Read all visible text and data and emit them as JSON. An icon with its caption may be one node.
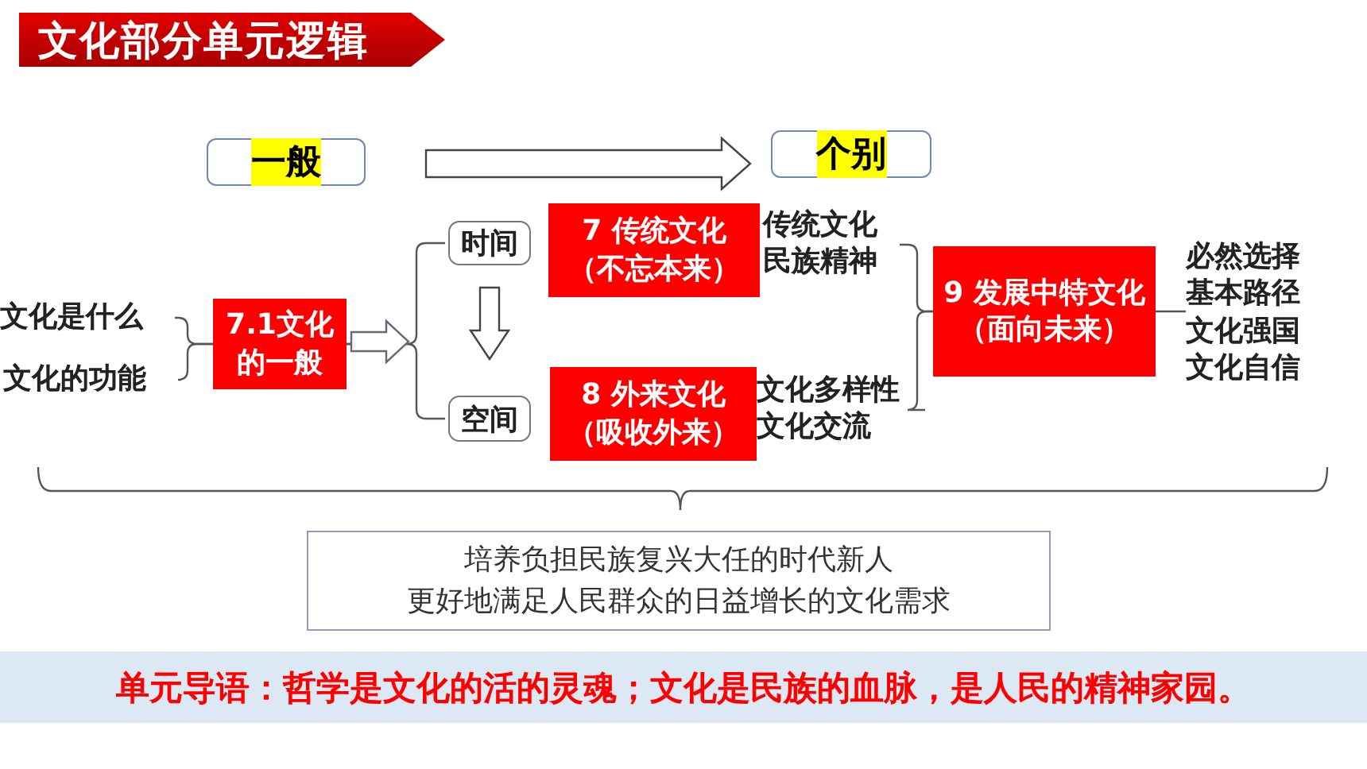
{
  "diagram": {
    "title": "文化部分单元逻辑",
    "nodes": [
      {
        "text": [
          "一般"
        ]
      },
      {
        "text": [
          "个别"
        ]
      },
      {
        "text": [
          "文化是什么"
        ]
      },
      {
        "text": [
          "文化的功能"
        ]
      },
      {
        "text": [
          "7.1文化的一般"
        ]
      },
      {
        "text": [
          "时间"
        ]
      },
      {
        "text": [
          "空间"
        ]
      },
      {
        "text": [
          "7 传统文化",
          "（不忘本来）"
        ]
      },
      {
        "text": [
          "8 外来文化",
          "（吸收外来）"
        ]
      },
      {
        "text": [
          "传统文化民族精神"
        ]
      },
      {
        "text": [
          "文化多样性文化交流"
        ]
      },
      {
        "text": [
          "9 发展中特文化",
          "（面向未来）"
        ]
      },
      {
        "text": [
          "必然选择基本路径文化强国文化自信"
        ]
      },
      {
        "text": [
          "培养负担民族复兴大任的时代新人",
          "更好地满足人民群众的日益增长的文化需求"
        ]
      },
      {
        "text": [
          "单元导语：哲学是文化的活的灵魂；文化是民族的血脉，是人民的精神家园。"
        ]
      }
    ],
    "edges": [
      {
        "from": 0,
        "to": 1,
        "arrow": "to"
      },
      {
        "from": 2,
        "to": 4,
        "arrow": "none"
      },
      {
        "from": 3,
        "to": 4,
        "arrow": "none"
      },
      {
        "from": 4,
        "to": 5,
        "arrow": "none"
      },
      {
        "from": 4,
        "to": 6,
        "arrow": "none"
      },
      {
        "from": 5,
        "to": 6,
        "arrow": "to"
      },
      {
        "from": 9,
        "to": 11,
        "arrow": "none"
      },
      {
        "from": 10,
        "to": 11,
        "arrow": "none"
      },
      {
        "from": 11,
        "to": 12,
        "arrow": "none"
      }
    ]
  }
}
